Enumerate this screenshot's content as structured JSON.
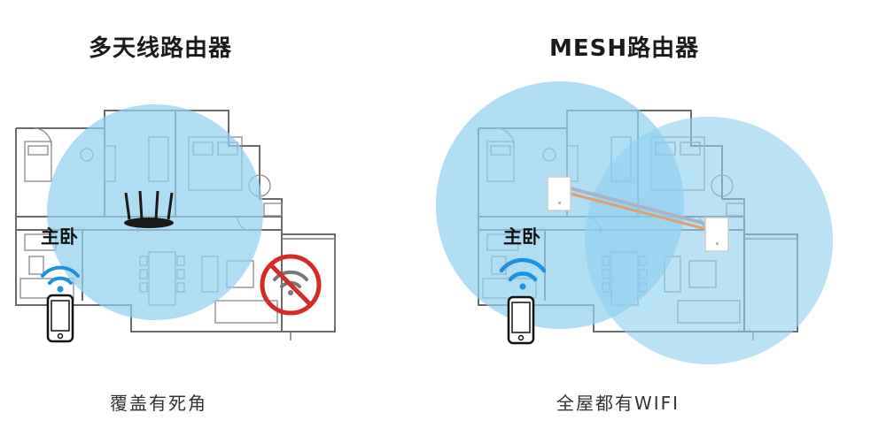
{
  "left_panel": {
    "title": "多天线路由器",
    "room_label": "主卧",
    "caption": "覆盖有死角"
  },
  "right_panel": {
    "title": "MESH路由器",
    "room_label": "主卧",
    "caption": "全屋都有WIFI"
  },
  "colors": {
    "coverage": "#8fd0f0",
    "wifi_blue": "#1e90e0",
    "no_signal_red": "#d42a2a",
    "plan_line": "#666666"
  },
  "icons": [
    "router-icon",
    "mesh-node-icon",
    "wifi-icon",
    "phone-icon",
    "no-wifi-icon"
  ]
}
